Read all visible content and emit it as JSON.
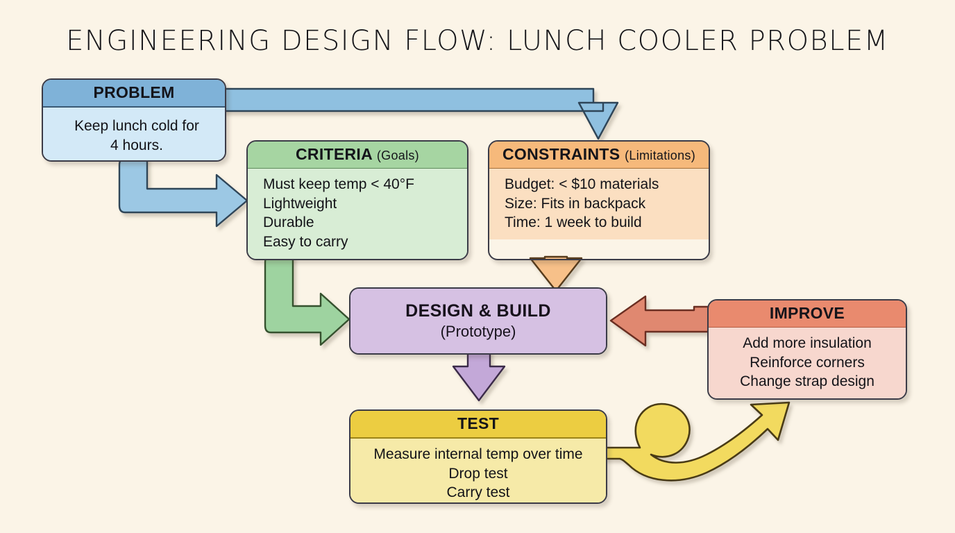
{
  "title": "ENGINEERING DESIGN FLOW: LUNCH COOLER PROBLEM",
  "background_color": "#fbf4e7",
  "nodes": {
    "problem": {
      "header": "PROBLEM",
      "body": "Keep lunch cold for\n4 hours.",
      "header_color": "#7fb2d8",
      "body_color": "#d3e9f7"
    },
    "criteria": {
      "header": "CRITERIA",
      "header_sub": "(Goals)",
      "body": "Must keep temp < 40°F\nLightweight\nDurable\nEasy to carry",
      "header_color": "#a6d5a2",
      "body_color": "#d8edd5"
    },
    "constraints": {
      "header": "CONSTRAINTS",
      "header_sub": "(Limitations)",
      "body": "Budget: < $10 materials\nSize: Fits in backpack\nTime: 1 week to build",
      "header_color": "#f6b97b",
      "body_color": "#fbdfc1"
    },
    "design": {
      "title_line1": "DESIGN & BUILD",
      "title_line2": "(Prototype)",
      "fill_color": "#d6c1e3"
    },
    "test": {
      "header": "TEST",
      "body": "Measure internal temp over time\nDrop test\nCarry test",
      "header_color": "#eccd41",
      "body_color": "#f6eaa8"
    },
    "improve": {
      "header": "IMPROVE",
      "body": "Add more insulation\nReinforce corners\nChange strap design",
      "header_color": "#e98a6e",
      "body_color": "#f7d7ce"
    }
  },
  "connectors": [
    {
      "name": "problem-to-constraints",
      "from": "problem",
      "to": "constraints",
      "color": "#8fc0e0"
    },
    {
      "name": "problem-to-criteria",
      "from": "problem",
      "to": "criteria",
      "color": "#9cc8e4"
    },
    {
      "name": "criteria-to-design",
      "from": "criteria",
      "to": "design",
      "color": "#9ed3a0"
    },
    {
      "name": "constraints-to-design",
      "from": "constraints",
      "to": "design",
      "color": "#f7c089"
    },
    {
      "name": "design-to-test",
      "from": "design",
      "to": "test",
      "color": "#c3a8d8"
    },
    {
      "name": "test-to-improve",
      "from": "test",
      "to": "improve",
      "color": "#f2da5e"
    },
    {
      "name": "improve-to-design",
      "from": "improve",
      "to": "design",
      "color": "#e08870"
    }
  ]
}
